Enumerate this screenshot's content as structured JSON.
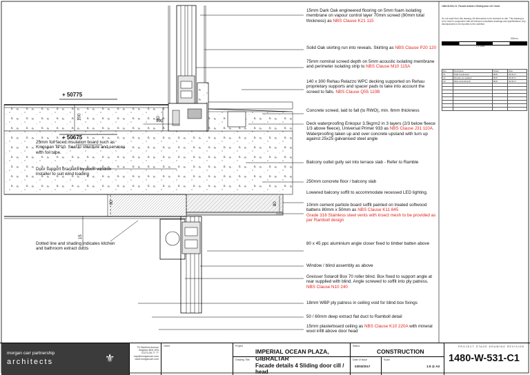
{
  "levels": {
    "upper": "+ 50775",
    "lower": "+ 50675"
  },
  "dims": {
    "d100": "100",
    "d80": "80",
    "d190": "190",
    "d60": "60",
    "d15": "15",
    "d80b": "80"
  },
  "notes_right": [
    {
      "text": "15mm Dark Oak engineered flooring on 5mm foam isolating membrane on vapour control layer 70mm screed (90mm total thickness) as ",
      "ref": "NBS Clause K21 115"
    },
    {
      "text": "Solid Oak skirting run into reveals. Skirting as ",
      "ref": "NBS Clause P20 120"
    },
    {
      "text": "75mm nominal screed depth on 5mm acoustic isolating membrane and perimeter isolating strip to ",
      "ref": "NBS Clause M10 115A"
    },
    {
      "text": "140 x 300 Rehau Relazzo WPC decking supported on Rehau proprietary supports and spacer pads to take into account the screed to falls. ",
      "ref": "NBS Clause Q55 110B"
    },
    {
      "text": "Concrete screed, laid to fall (to RWO), min. 6mm thickness",
      "ref": ""
    },
    {
      "text": "Deck waterproofing Enkopur 3.5kg/m2 in 3 layers (2/3 below fleece 1/3 above fleece), Universal Primer 933 as ",
      "ref": "NBS Clause J31 110A.",
      "tail": " Waterproofing taken up and over concrete upstand with turn up against 25x25 galvanised steel angle"
    },
    {
      "text": "Balcony outlet gully set into terrace slab - Refer to Ramble",
      "ref": ""
    },
    {
      "text": "250mm concrete floor / balcony slab",
      "ref": ""
    },
    {
      "text": "Lowered balcony soffit to accommodate recessed LED lighting.",
      "ref": ""
    },
    {
      "text": "10mm cement particle board soffit painted on treated softwood battens 80mm x 50mm as ",
      "ref": "NBS Clause K11 845",
      "tail2": "Grade 316 Stainless steel vents with insect mesh to be provided as per Ramboll design"
    },
    {
      "text": "80 x 45 ppc aluminium angle closer fixed to timber batten above",
      "ref": ""
    },
    {
      "text": "Window / blind assembly as above",
      "ref": ""
    },
    {
      "text": "Greisser Solaroll Box 70 roller blind. Box fixed to support angle at rear supplied with blind. Angle screwed to soffit into ply patress. ",
      "ref": "NBS Clause N10 240"
    },
    {
      "text": "18mm WBP ply patress in ceiling void for blind box fixings",
      "ref": ""
    },
    {
      "text": "50 / 60mm deep extract flat duct to Ramboll detail",
      "ref": ""
    },
    {
      "text": "15mm plasterboard ceiling as ",
      "ref": "NBS Clause K10 220A",
      "tail": " with mineral wool infill above door head"
    }
  ],
  "notes_left": [
    "25mm foil faced insulation board such as Kingspan TP10. Seal to structure and services with foil tape.",
    "Door support brackets by door/ window installer to suit wind loading",
    "Dotted line and shading indicates kitchen and bathroom extract ducts"
  ],
  "title_block": {
    "practice_line1": "morgan carr partnership",
    "practice_line2": "architects",
    "address": [
      "75 Stanford Avenue",
      "Brighton BN1 6FA",
      "01273 55 77 77",
      "mcp@morgancarr.com",
      "www.morgancarr.com"
    ],
    "client_label": "Client",
    "project_label": "Project",
    "project": "IMPERIAL OCEAN PLAZA, GIBRALTAR",
    "drawing_title_label": "Drawing Title",
    "drawing_title": "Facade details 4 Sliding door cill / head",
    "status_label": "Status",
    "status": "CONSTRUCTION",
    "date_label": "Date of Issue",
    "date": "03/03/2017",
    "scale_label": "Scale",
    "scale": "1:5 @ A3",
    "number_labels": "PROJECT  STAGE  DRAWING  REVISION",
    "drawing_number": "1480-W-531-C1"
  },
  "right_info": {
    "ref_line": "1480-W-531-C1_Facade details 4 Sliding door cill / head",
    "disclaimer": "Do not scale from this drawing. All dimensions to be checked on site. This drawing is to be read in conjunction with all relevant consultants drawings and specifications. Any discrepancies to be reported to the architect.",
    "scale_bar": "1:5 scale",
    "scale_end": "500mm",
    "rev_headers": [
      "Rev",
      "Description",
      "Drawn",
      "Date"
    ],
    "revisions": [
      [
        "C1",
        "Draft construction",
        "MCP",
        "03.03.17"
      ],
      [
        "C2",
        "Revision as updated",
        "MCP",
        "03.03.17"
      ],
      [
        "C3",
        "Minor amendments",
        "MCP",
        "03.03.17"
      ]
    ]
  }
}
